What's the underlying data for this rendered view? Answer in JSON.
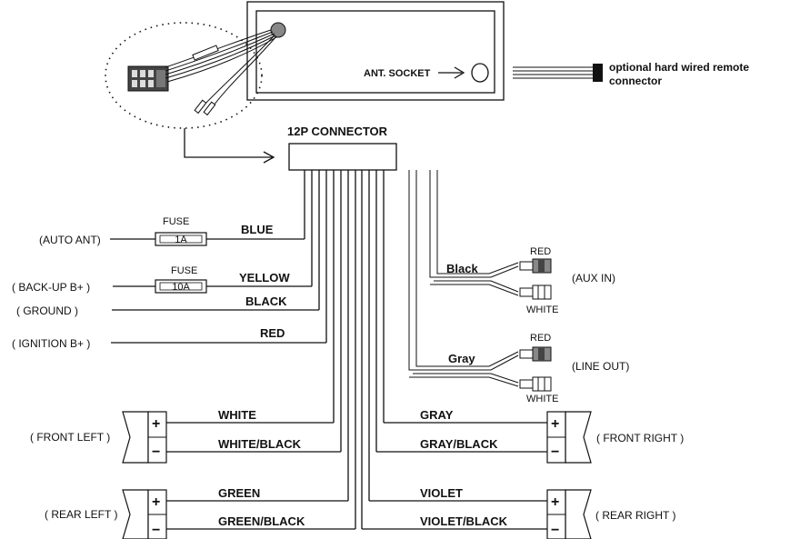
{
  "head_unit": {
    "ant_socket_label": "ANT. SOCKET",
    "remote_label_line1": "optional hard wired remote",
    "remote_label_line2": "connector"
  },
  "connector": {
    "label": "12P CONNECTOR"
  },
  "left_wires": {
    "auto_ant": {
      "terminal": "(AUTO ANT)",
      "fuse_word": "FUSE",
      "fuse_value": "1A",
      "color": "BLUE"
    },
    "backup": {
      "terminal": "( BACK-UP  B+ )",
      "fuse_word": "FUSE",
      "fuse_value": "10A",
      "color": "YELLOW"
    },
    "ground": {
      "terminal": "( GROUND )",
      "color": "BLACK"
    },
    "ignition": {
      "terminal": "( IGNITION B+ )",
      "color": "RED"
    }
  },
  "rca": {
    "aux": {
      "wire": "Black",
      "top": "RED",
      "bottom": "WHITE",
      "label": "(AUX IN)"
    },
    "line": {
      "wire": "Gray",
      "top": "RED",
      "bottom": "WHITE",
      "label": "(LINE OUT)"
    }
  },
  "speakers": {
    "front_left": {
      "label": "( FRONT LEFT )",
      "pos_wire": "WHITE",
      "neg_wire": "WHITE/BLACK"
    },
    "rear_left": {
      "label": "( REAR LEFT )",
      "pos_wire": "GREEN",
      "neg_wire": "GREEN/BLACK"
    },
    "front_right": {
      "label": "( FRONT RIGHT )",
      "pos_wire": "GRAY",
      "neg_wire": "GRAY/BLACK"
    },
    "rear_right": {
      "label": "( REAR RIGHT )",
      "pos_wire": "VIOLET",
      "neg_wire": "VIOLET/BLACK"
    }
  },
  "polarity": {
    "plus": "+",
    "minus": "−"
  }
}
